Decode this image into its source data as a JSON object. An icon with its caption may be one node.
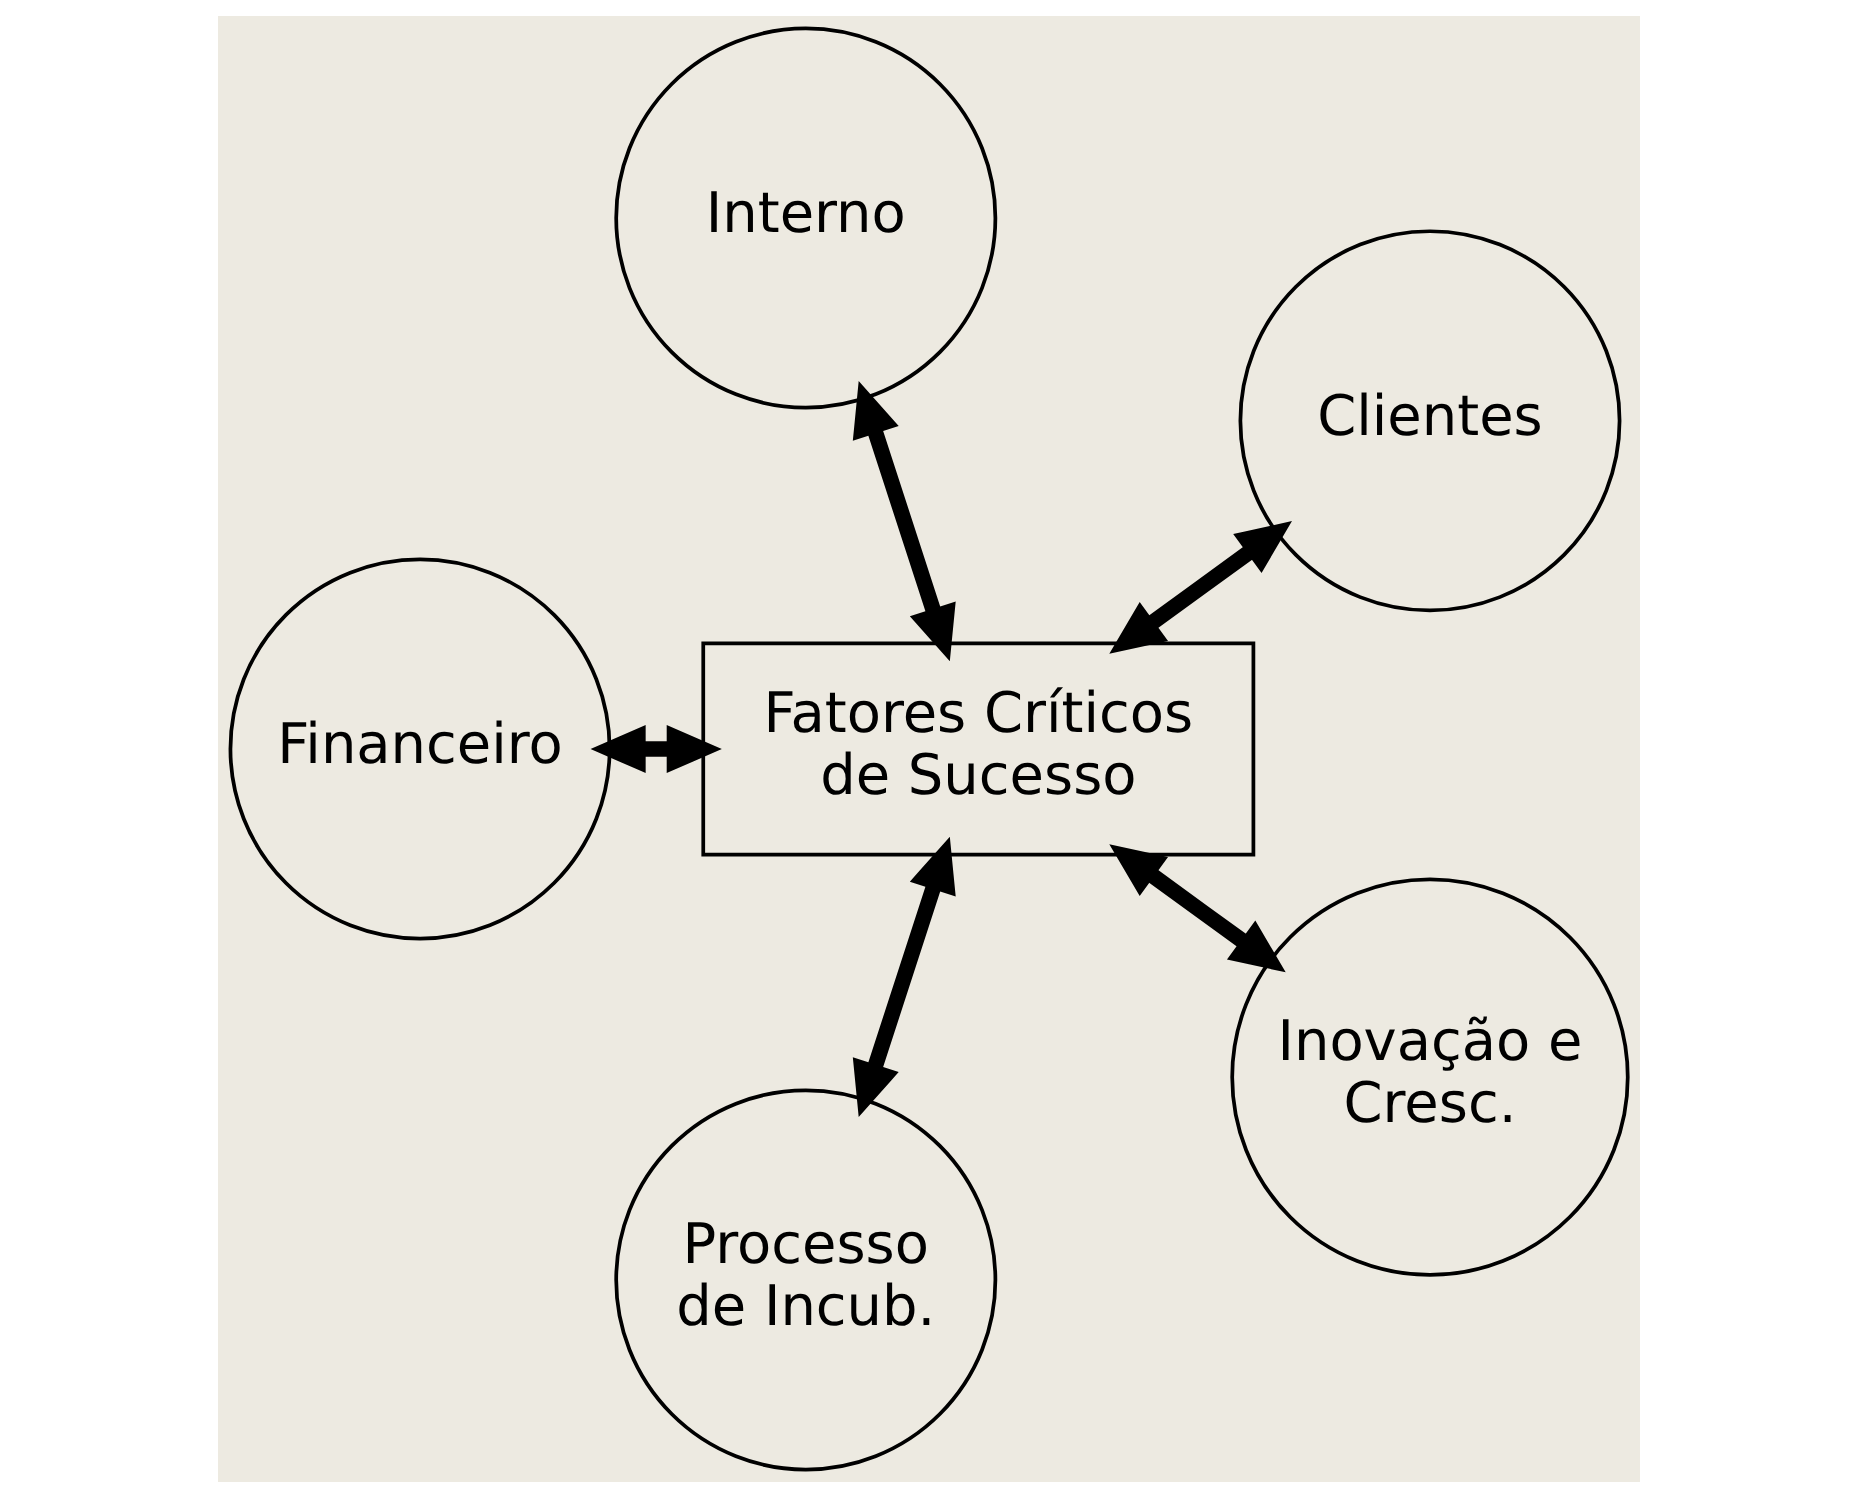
{
  "diagram": {
    "nodes": [
      {
        "text": [
          "Clientes"
        ]
      },
      {
        "text": [
          "Interno"
        ]
      },
      {
        "text": [
          "Fatores Críticos de Sucesso"
        ]
      },
      {
        "text": [
          "Financeiro"
        ]
      },
      {
        "text": [
          "Processo de Incub."
        ]
      },
      {
        "text": [
          "Inovação e Cresc."
        ]
      }
    ],
    "edges": [
      {
        "from": 2,
        "to": 0,
        "arrow": "both"
      },
      {
        "from": 2,
        "to": 1,
        "arrow": "both"
      },
      {
        "from": 2,
        "to": 3,
        "arrow": "both"
      },
      {
        "from": 2,
        "to": 4,
        "arrow": "both"
      },
      {
        "from": 2,
        "to": 5,
        "arrow": "both"
      }
    ]
  }
}
